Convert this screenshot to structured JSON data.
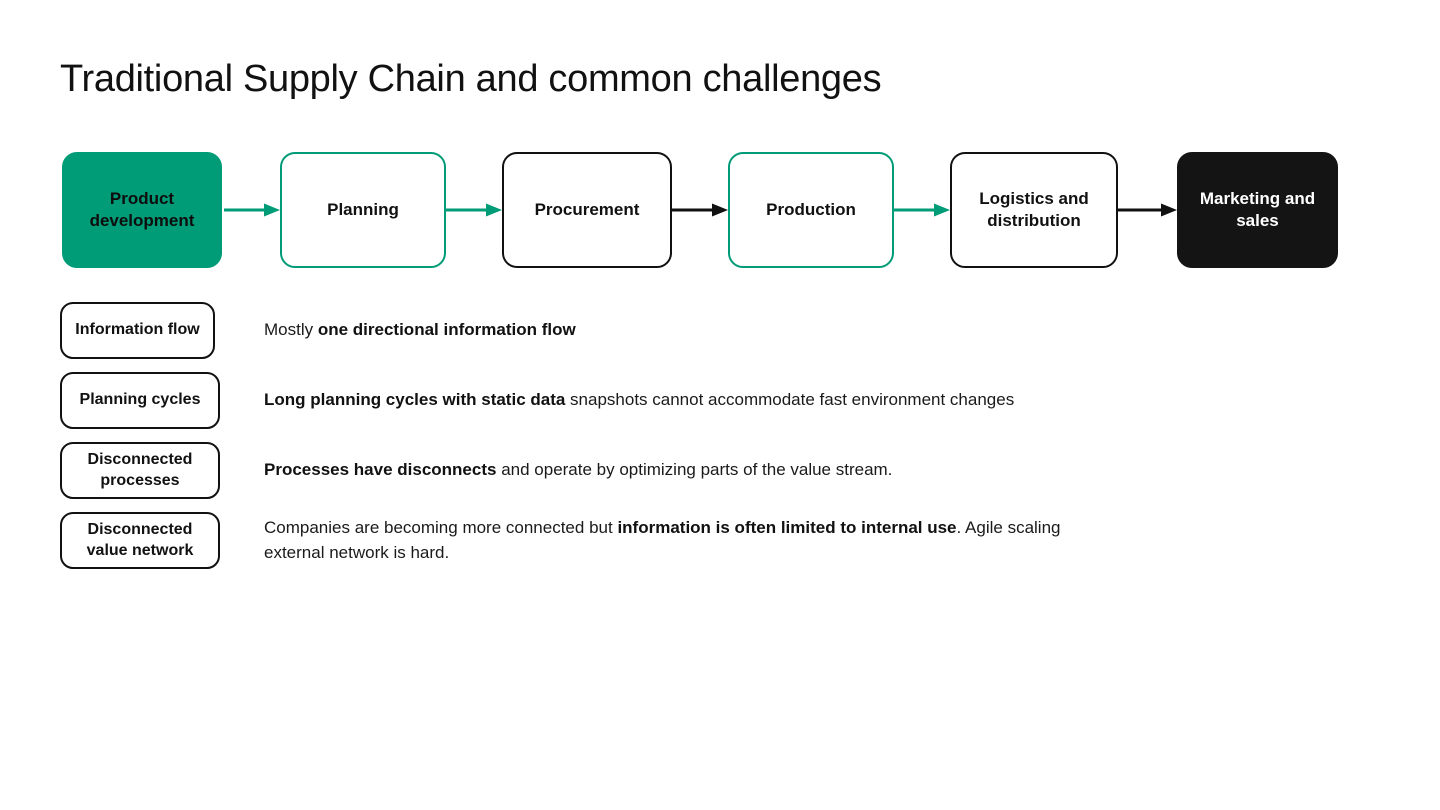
{
  "slide": {
    "title": "Traditional Supply Chain and common challenges",
    "background_color": "#ffffff",
    "accent_green": "#009B77",
    "dark": "#141414"
  },
  "flow": {
    "nodes": [
      {
        "label": "Product development",
        "style": "fill-green"
      },
      {
        "label": "Planning",
        "style": "outline-green"
      },
      {
        "label": "Procurement",
        "style": "outline-black"
      },
      {
        "label": "Production",
        "style": "outline-green"
      },
      {
        "label": "Logistics and distribution",
        "style": "outline-black"
      },
      {
        "label": "Marketing and sales",
        "style": "fill-black"
      }
    ],
    "connectors": [
      {
        "from": "Product development",
        "to": "Planning",
        "color": "#009B77"
      },
      {
        "from": "Planning",
        "to": "Procurement",
        "color": "#009B77"
      },
      {
        "from": "Procurement",
        "to": "Production",
        "color": "#111111"
      },
      {
        "from": "Production",
        "to": "Logistics and distribution",
        "color": "#009B77"
      },
      {
        "from": "Logistics and distribution",
        "to": "Marketing and sales",
        "color": "#111111"
      }
    ]
  },
  "challenges": [
    {
      "chip": "Information flow",
      "desc_pre": "Mostly ",
      "desc_bold": "one directional information flow",
      "desc_post": ""
    },
    {
      "chip": "Planning cycles",
      "desc_pre": "",
      "desc_bold": "Long planning cycles with static data",
      "desc_post": " snapshots cannot accommodate fast environment changes"
    },
    {
      "chip": "Disconnected processes",
      "desc_pre": "",
      "desc_bold": "Processes have disconnects",
      "desc_post": " and operate by optimizing parts of the value stream."
    },
    {
      "chip": "Disconnected value network",
      "desc_pre": "Companies are becoming more connected but ",
      "desc_bold": "information is often limited to internal use",
      "desc_post": ". Agile scaling external network is hard."
    }
  ]
}
